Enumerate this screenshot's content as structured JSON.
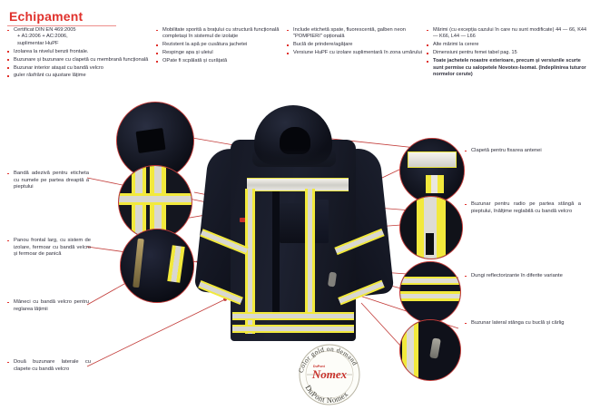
{
  "page": {
    "title": "Echipament",
    "accent_red": "#e0312c",
    "text_color": "#2f2f3c",
    "jacket_navy": "#171a26",
    "reflective_yellow": "#f2e93c",
    "reflective_silver": "#d8d7d1"
  },
  "top_columns": [
    {
      "id": "column-1",
      "bullets": [
        {
          "text": "Certificat DIN EN 469:2005",
          "sub": [
            "+ A1:2006 + AC:2006,",
            "suplimentar HuPF"
          ]
        },
        {
          "text": "Izolarea la nivelul benzii frontale."
        },
        {
          "text": "Buzunare și buzunare cu clapetă cu membrană funcțională"
        },
        {
          "text": "Buzunar interior atașat cu bandă velcro"
        },
        {
          "text": "guler răsfrânt cu ajustare lățime"
        }
      ]
    },
    {
      "id": "column-2",
      "bullets": [
        {
          "text": "Mobilitate sporită a brațului cu structură funcțională completași în sistemul de izolație"
        },
        {
          "text": "Rezistent la apă pe cusătura jachetei"
        },
        {
          "text": "Respinge apa și uleiul"
        },
        {
          "text": "OPate fi scpălată și curățată"
        }
      ]
    },
    {
      "id": "column-3",
      "bullets": [
        {
          "text": "Include etichetă spate, fluorescentă, galben neon \"POMPIERI\" opțională"
        },
        {
          "text": "Buclă de prindere/agățare"
        },
        {
          "text": "Versiune HuPF cu izolare suplimentară în zona umărului"
        }
      ]
    },
    {
      "id": "column-4",
      "bullets": [
        {
          "text": "Mărimi (cu excepția cazului în care nu sunt modificate) 44 — 66, K44 — K66, L44 — L66",
          "justify": true
        },
        {
          "text": "Alte mărimi la cerere"
        },
        {
          "text": "Dimensiuni pentru femei tabel pag. 15"
        },
        {
          "text": "Toate jachetele noastre exterioare, precum și versiunile scurte sunt permise cu salopetele Novotex-Isomat. (îndeplinirea tuturor normelor cerute)",
          "bold": true
        }
      ]
    }
  ],
  "left_callouts": [
    {
      "id": "callout-name-tape",
      "text": "Bandă adezivă pentru eticheta cu numele pe partea dreaptă a pieptului"
    },
    {
      "id": "callout-front-panel",
      "text": "Panou frontal larg, cu sistem de izolare, fermoar cu bandă velcro și fermoar de panică"
    },
    {
      "id": "callout-sleeves-velcro",
      "text": "Mâneci cu bandă velcro pentru reglarea lățimii"
    },
    {
      "id": "callout-side-pockets",
      "text": "Două buzunare laterale cu clapete cu bandă velcro"
    }
  ],
  "right_callouts": [
    {
      "id": "callout-antenna-flap",
      "text": "Clapetă pentru fixarea antenei"
    },
    {
      "id": "callout-radio-pocket",
      "text": "Buzunar pentru radio pe partea stângă a pieptului, înălțime reglabilă cu bandă velcro"
    },
    {
      "id": "callout-reflective-stripes",
      "text": "Dungi reflectorizante în diferite variante"
    },
    {
      "id": "callout-left-side-pocket",
      "text": "Buzunar lateral stânga cu buclă și cârlig"
    }
  ],
  "seal": {
    "top_text": "Color gold on demand",
    "bottom_text": "DuPont Nomex",
    "brand": "Nomex",
    "dupont_mark": "DuPont"
  },
  "product": {
    "name": "firefighter-jacket",
    "description": "Jachetă de pompieri bleumarin cu dungi reflectorizante galben-argintiu"
  }
}
